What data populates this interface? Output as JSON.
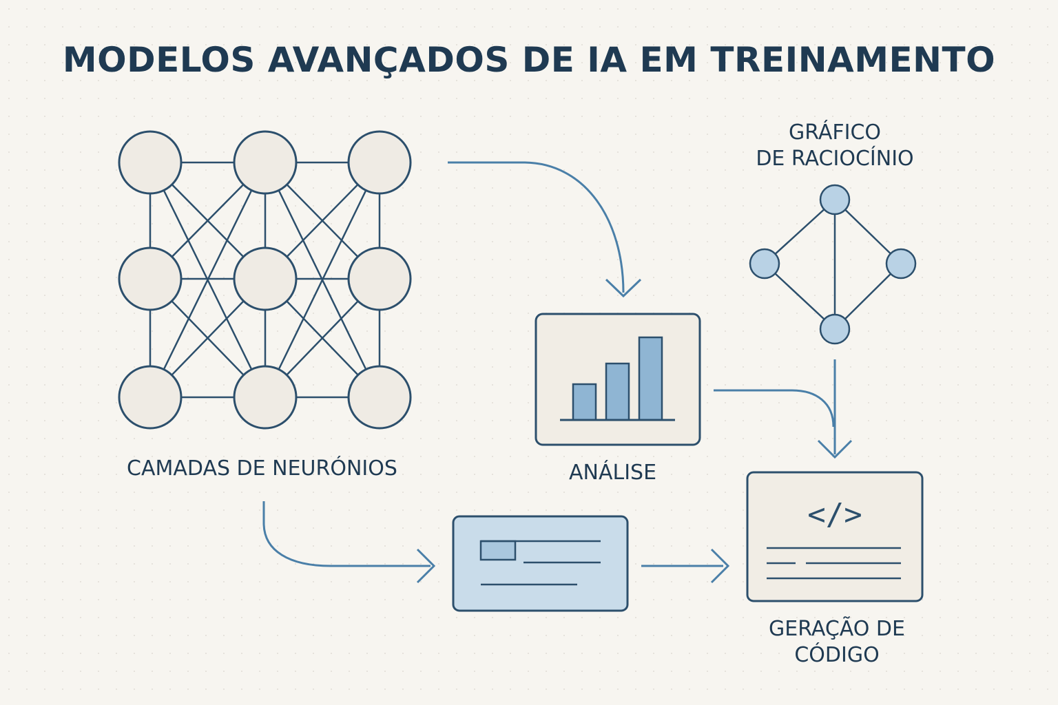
{
  "title": "MODELOS AVANÇADOS DE IA EM TREINAMENTO",
  "labels": {
    "neurons": "CAMADAS DE NEURÓNIOS",
    "analysis": "ANÁLISE",
    "reasoning_line1": "GRÁFICO",
    "reasoning_line2": "DE RACIOCÍNIO",
    "code_line1": "GERAÇÃO DE",
    "code_line2": "CÓDIGO"
  },
  "code_symbol": "</>",
  "colors": {
    "background": "#f7f5f0",
    "ink": "#1f3a52",
    "accent": "#4a7fa8",
    "node_fill": "#efebe4",
    "box_fill": "#f1ede5",
    "light_blue": "#c7dbe9",
    "bar_fill": "#8fb5d3"
  },
  "icons": {
    "neural_network": "neural-network-icon",
    "bar_chart": "bar-chart-icon",
    "reasoning_graph": "reasoning-graph-icon",
    "code": "code-icon",
    "document": "document-icon"
  }
}
